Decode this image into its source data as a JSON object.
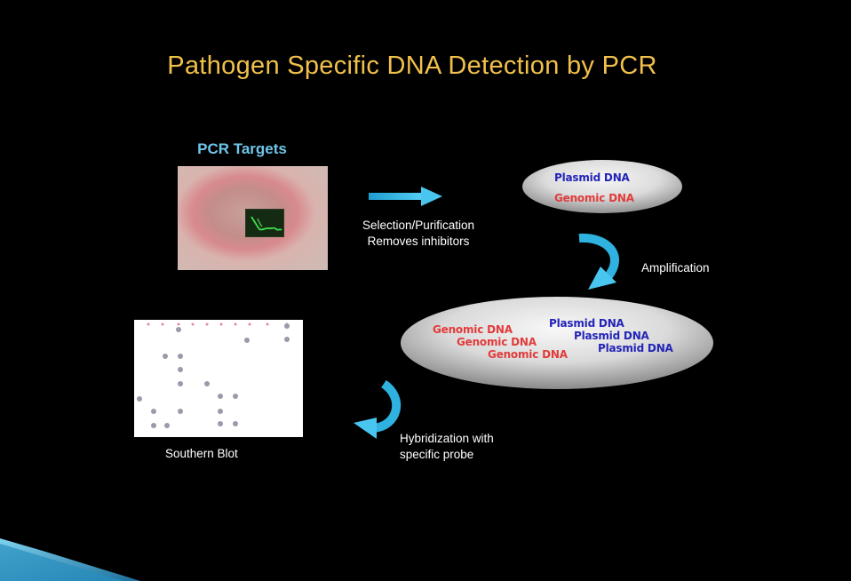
{
  "title": "Pathogen Specific DNA Detection by PCR",
  "pcr_targets": {
    "heading": "PCR Targets"
  },
  "selection": {
    "line1": "Selection/Purification",
    "line2": "Removes inhibitors"
  },
  "amplification": {
    "label": "Amplification"
  },
  "hybridization": {
    "line1": "Hybridization with",
    "line2": "specific probe"
  },
  "southern_blot": {
    "label": "Southern Blot"
  },
  "ellipse_top": {
    "items": [
      {
        "text": "Plasmid DNA",
        "kind": "plasmid"
      },
      {
        "text": "Genomic DNA",
        "kind": "genomic"
      }
    ]
  },
  "ellipse_bottom": {
    "genomic": [
      "Genomic DNA",
      "Genomic DNA",
      "Genomic DNA"
    ],
    "plasmid": [
      "Plasmid DNA",
      "Plasmid DNA",
      "Plasmid DNA"
    ]
  },
  "colors": {
    "title": "#f0c04a",
    "heading": "#6fc6ea",
    "arrow": "#2fb2e0",
    "plasmid_text": "#2424b8",
    "genomic_text": "#e23b3b"
  }
}
